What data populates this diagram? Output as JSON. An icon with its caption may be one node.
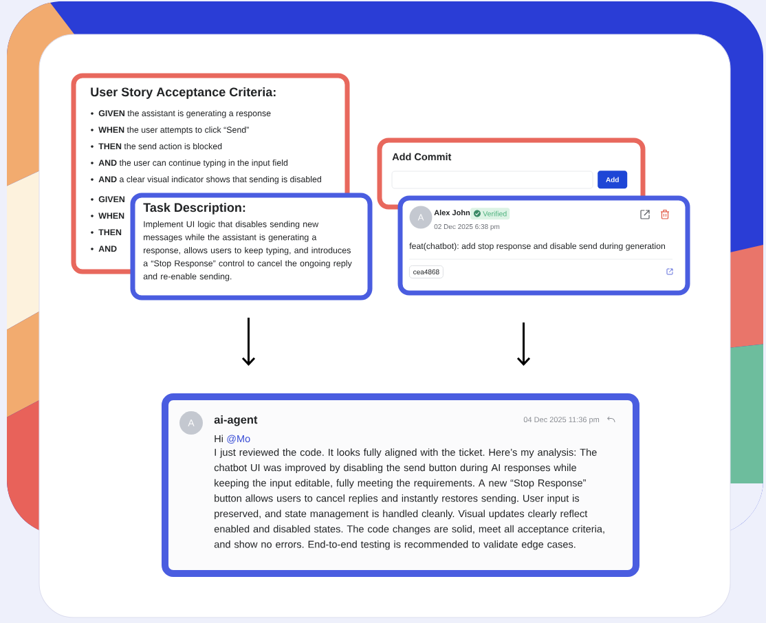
{
  "diagram": {
    "nodes": [
      {
        "text": [
          "User Story Acceptance Criteria:",
          "**GIVEN** the assistant is generating a response",
          "**WHEN** the user attempts to click “Send”",
          "**THEN** the send action is blocked",
          "**AND** the user can continue typing in the input field",
          "**AND** a clear visual indicator shows that sending is disabled",
          "GIVEN",
          "WHEN",
          "THEN",
          "AND"
        ]
      },
      {
        "text": [
          "Task Description:",
          "Implement UI logic that disables sending new messages while the assistant is generating a response, allows users to keep typing, and introduces a “Stop Response” control to cancel the ongoing reply and re-enable sending."
        ]
      },
      {
        "text": [
          "Add Commit"
        ]
      },
      {
        "text": [
          "Add"
        ],
        "in": 2
      },
      {
        "text": [
          "Alex John",
          "02 Dec 2025 6:38 pm",
          "feat(chatbot): add stop response and disable send during generation"
        ]
      },
      {
        "text": [
          "A"
        ],
        "in": 4
      },
      {
        "text": [
          "Verified"
        ],
        "in": 4
      },
      {
        "text": [
          "cea4868"
        ],
        "in": 4
      },
      {
        "text": [
          "ai-agent",
          "04 Dec 2025 11:36 pm",
          "Hi",
          "@Mo",
          "I just reviewed the code. It looks fully aligned with the ticket. Here’s my analysis: The chatbot UI was improved by disabling the send button during AI responses while keeping the input editable, fully meeting the requirements. A new “Stop Response” button allows users to cancel replies and instantly restores sending. User input is preserved, and state management is handled cleanly. Visual updates clearly reflect enabled and disabled states. The code changes are solid, meet all acceptance criteria, and show no errors. End-to-end testing is recommended to validate edge cases."
        ]
      },
      {
        "text": [
          "A"
        ],
        "in": 8
      }
    ],
    "edges": [
      {
        "from": 1,
        "to": 8,
        "arrow": "to"
      },
      {
        "from": 4,
        "to": 8,
        "arrow": "to"
      }
    ]
  }
}
